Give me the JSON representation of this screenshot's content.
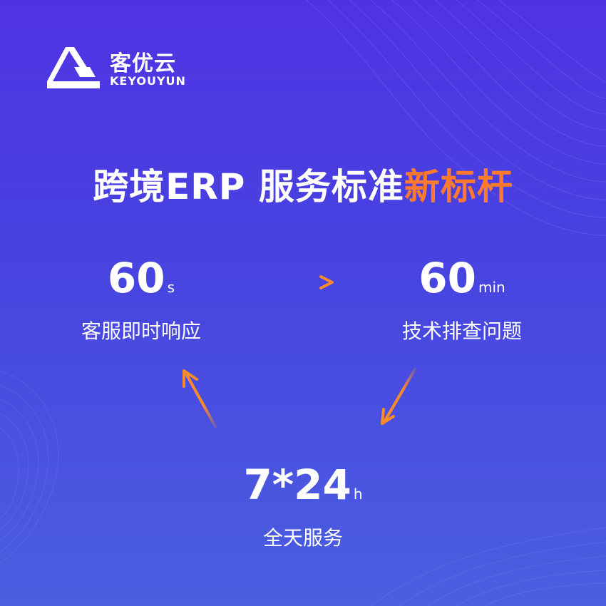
{
  "brand": {
    "name_cn": "客优云",
    "name_en": "KEYOUYUN"
  },
  "headline": {
    "main": "跨境ERP 服务标准",
    "accent": "新标杆",
    "accent_color": "#ff7a2f"
  },
  "metrics": [
    {
      "value": "60",
      "unit": "s",
      "label": "客服即时响应"
    },
    {
      "value": "60",
      "unit": "min",
      "label": "技术排查问题"
    },
    {
      "value": "7*24",
      "unit": "h",
      "label": "全天服务"
    }
  ],
  "colors": {
    "background_top": "#4f33e3",
    "background_bottom": "#4b5fe0",
    "arrow": "#ff8a2a",
    "text": "#ffffff"
  }
}
